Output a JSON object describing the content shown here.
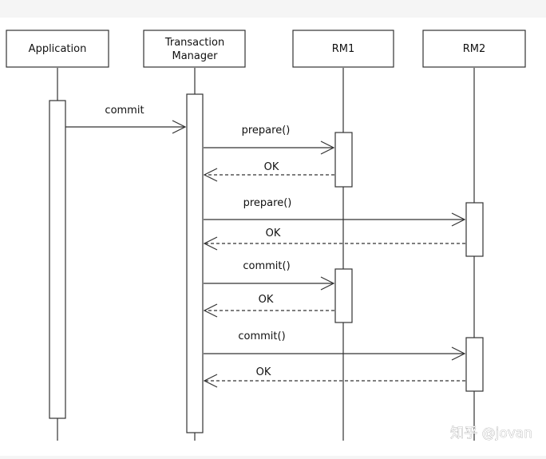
{
  "participants": [
    {
      "id": "app",
      "label": [
        "Application"
      ]
    },
    {
      "id": "tm",
      "label": [
        "Transaction",
        "Manager"
      ]
    },
    {
      "id": "rm1",
      "label": [
        "RM1"
      ]
    },
    {
      "id": "rm2",
      "label": [
        "RM2"
      ]
    }
  ],
  "messages": [
    {
      "from": "app",
      "to": "tm",
      "label": "commit",
      "style": "solid"
    },
    {
      "from": "tm",
      "to": "rm1",
      "label": "prepare()",
      "style": "solid"
    },
    {
      "from": "rm1",
      "to": "tm",
      "label": "OK",
      "style": "dashed"
    },
    {
      "from": "tm",
      "to": "rm2",
      "label": "prepare()",
      "style": "solid"
    },
    {
      "from": "rm2",
      "to": "tm",
      "label": "OK",
      "style": "dashed"
    },
    {
      "from": "tm",
      "to": "rm1",
      "label": "commit()",
      "style": "solid"
    },
    {
      "from": "rm1",
      "to": "tm",
      "label": "OK",
      "style": "dashed"
    },
    {
      "from": "tm",
      "to": "rm2",
      "label": "commit()",
      "style": "solid"
    },
    {
      "from": "rm2",
      "to": "tm",
      "label": "OK",
      "style": "dashed"
    }
  ],
  "watermark": "知乎 @jovan",
  "colors": {
    "background": "#f5f5f5",
    "canvas": "#ffffff",
    "line": "#333333",
    "text": "#111111"
  }
}
